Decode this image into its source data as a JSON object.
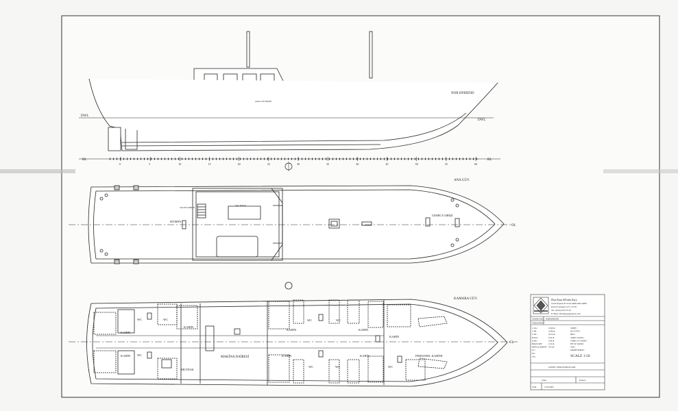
{
  "profile": {
    "dwl_left": "DWL",
    "dwl_right": "DWL",
    "bl_left": "BL",
    "bl_right": "BL",
    "deck_label": "ANA GÜVERTE",
    "name_on_hull": "NOR DFRIEND",
    "station_ticks": [
      "0",
      "5",
      "10",
      "15",
      "20",
      "25",
      "30",
      "35",
      "40",
      "45",
      "50",
      "55",
      "60"
    ]
  },
  "main_deck": {
    "above_label": "ANA GÜV.",
    "cl_label": "CL",
    "dumen_label": "DÜMEN",
    "salon_label": "SALON\nORDER",
    "sal_label": "SAL\nMASA",
    "entrance_label": "GEMICI GİRİŞİ"
  },
  "lower_deck": {
    "above_label": "KAMARA GÜV.",
    "cl_label": "CL",
    "kabin_labels": [
      "KABİN",
      "KABİN",
      "KABİN",
      "KABİN",
      "KABİN",
      "KABİN",
      "KABİN",
      "KABİN"
    ],
    "wc_labels": [
      "WC",
      "WC",
      "WC",
      "WC",
      "WC",
      "WC",
      "WC",
      "WC"
    ],
    "engine_room": "MAKİNA DAİRESİ",
    "galley": "MUTFAK",
    "crew_cabin": "PERSONEL KABİNİ"
  },
  "title_block": {
    "designer_line1": "İlhan Kaya  &Fatma Kaya",
    "designer_line2": "Gemi İnşaatı & Gemi Mühendisi ABD",
    "designer_line3": "Dereli Çakmak Cd 3 ..63 B",
    "designer_line4": "Tel: 0(3xx) 633 33 33",
    "designer_line5": "E-Mail: ilhankaya@yahoo.com",
    "owner_label": "TEKNE ADI:",
    "owner_value": "NORDFRIEND",
    "desc_label": "TERSANESİ:",
    "specs_left": [
      "L OA :",
      "L BP :",
      "L WL :",
      "B max :",
      "D mtr :",
      "DRAUGHT",
      "DEPLACEMENT",
      "GT :",
      "NT :",
      "Cm :"
    ],
    "specs_left_vals": [
      "23.00 m",
      "19.80 m",
      "20.10 m",
      "6.50 m",
      "2.80 m",
      "2.10 m",
      "195 m³",
      "",
      "",
      ""
    ],
    "specs_right": [
      "SINIFI :",
      "KUVVETİ :",
      "HIZI :",
      "YAKIT TANKI :",
      "TEMİZ SU TANKI :",
      "PİS SU TANKI :",
      "YAĞ :",
      "MÜRETTEBAT :"
    ],
    "specs_right_vals": [
      "",
      "",
      "",
      "",
      "",
      "",
      "",
      ""
    ],
    "scale": "SCALE 1:50",
    "plan_title": "GENEL YERLEŞİM PLANI",
    "drawn_label": "Çizen",
    "check_label": "Kontrol",
    "date_label": "Tarih",
    "date_value": "15.03.2005"
  }
}
